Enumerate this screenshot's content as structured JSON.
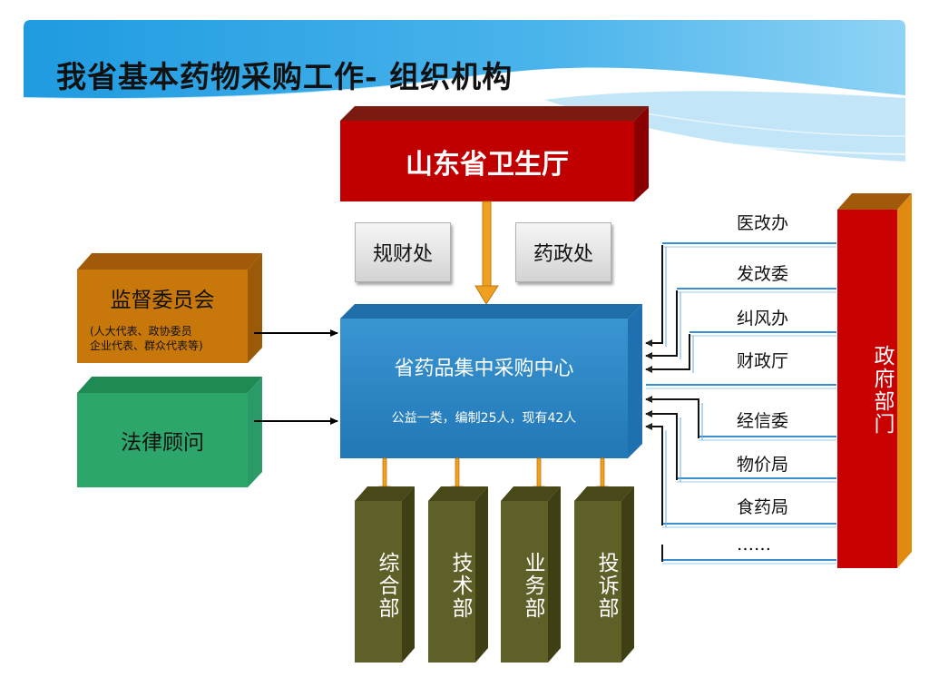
{
  "slide": {
    "title": "我省基本药物采购工作- 组织机构"
  },
  "diagram": {
    "health_dept": "山东省卫生厅",
    "sub_offices": [
      "规财处",
      "药政处"
    ],
    "supervision": {
      "title": "监督委员会",
      "note_line1": "(人大代表、政协委员",
      "note_line2": "企业代表、群众代表等)"
    },
    "legal": "法律顾问",
    "center": {
      "title": "省药品集中采购中心",
      "subtitle": "公益一类，编制25人，现有42人"
    },
    "departments": [
      "综合部",
      "技术部",
      "业务部",
      "投诉部"
    ],
    "gov": {
      "title": "政府部门",
      "members": [
        "医改办",
        "发改委",
        "纠风办",
        "财政厅",
        "经信委",
        "物价局",
        "食药局",
        "……"
      ]
    }
  },
  "colors": {
    "health_dept": "#c00000",
    "supervision": "#c8780a",
    "legal": "#2ca66a",
    "center": "#2d86c6",
    "departments": "#5f5f28",
    "gov": "#c80000",
    "arrow_orange": "#f0a020"
  }
}
